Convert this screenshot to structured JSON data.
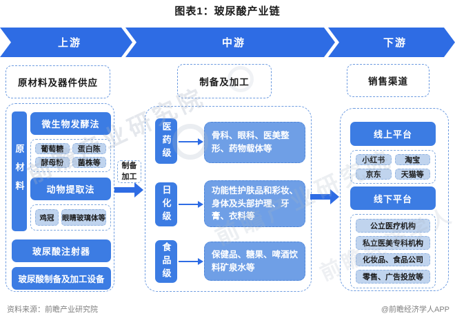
{
  "title": "图表1：玻尿酸产业链",
  "stages": {
    "upstream": "上游",
    "midstream": "中游",
    "downstream": "下游"
  },
  "upstream": {
    "header": "原材料及器件供应",
    "side_label": "原材料",
    "fermentation": {
      "title": "微生物发酵法",
      "items": [
        "葡萄糖",
        "蛋白陈",
        "酵母粉",
        "菌株等"
      ]
    },
    "animal": {
      "title": "动物提取法",
      "items": [
        "鸡冠",
        "眼睛玻璃体等"
      ]
    },
    "devices": [
      "玻尿酸注射器",
      "玻尿酸制备及加工设备"
    ]
  },
  "connector": {
    "line1": "制备",
    "line2": "加工"
  },
  "midstream": {
    "header": "制备及加工",
    "rows": [
      {
        "grade": "医药级",
        "applications": "骨科、眼科、医美整形、药物载体等"
      },
      {
        "grade": "日化级",
        "applications": "功能性护肤品和彩妆、身体及头部护理、牙膏、衣料等"
      },
      {
        "grade": "食品级",
        "applications": "保健品、糖果、啤酒饮料矿泉水等"
      }
    ]
  },
  "downstream": {
    "header": "销售渠道",
    "online": {
      "title": "线上平台",
      "items": [
        "小红书",
        "淘宝",
        "京东",
        "天猫等"
      ]
    },
    "offline": {
      "title": "线下平台",
      "items": [
        "公立医疗机构",
        "私立医美专科机构",
        "化妆品、食品公司",
        "零售、广告投放等"
      ]
    }
  },
  "footer": {
    "source": "资料来源：前瞻产业研究院",
    "credit": "@前瞻经济学人APP"
  },
  "watermarks": {
    "primary": "前瞻产业研究院",
    "secondary": "前瞻经济学人"
  },
  "colors": {
    "chevron_blue": "#2e6ce4",
    "solid_box_blue": "#3c7ce3",
    "application_box_blue": "#6f9fe6",
    "light_chip_blue": "#c0d4ee",
    "dashed_border_blue": "#6b9ae0",
    "footer_gray": "#808080"
  }
}
